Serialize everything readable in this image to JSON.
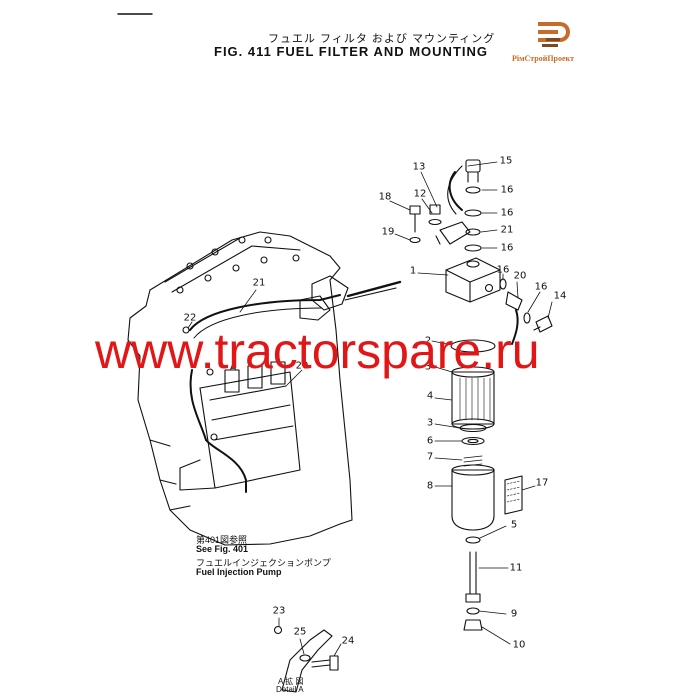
{
  "figure": {
    "title_jp": "フュエル フィルタ および マウンティング",
    "title_en": "FIG. 411  FUEL FILTER AND MOUNTING"
  },
  "brand": {
    "name": "РімСтройПроект",
    "icon": "brand-logo-icon",
    "accent": "#c86a2a"
  },
  "watermark": {
    "text": "www.tractorspare.ru",
    "color": "#e21616"
  },
  "notes": {
    "see_fig_jp": "第401図参照",
    "see_fig_en": "See Fig. 401",
    "pump_jp": "フュエルインジェクションポンプ",
    "pump_en": "Fuel Injection Pump"
  },
  "detail": {
    "letters": "A  拡  図",
    "label1": "Detail",
    "label2": "A"
  },
  "callouts": [
    {
      "id": "c15",
      "label": "15"
    },
    {
      "id": "c13",
      "label": "13"
    },
    {
      "id": "c16a",
      "label": "16"
    },
    {
      "id": "c18",
      "label": "18"
    },
    {
      "id": "c12",
      "label": "12"
    },
    {
      "id": "c16b",
      "label": "16"
    },
    {
      "id": "c19",
      "label": "19"
    },
    {
      "id": "c21r",
      "label": "21"
    },
    {
      "id": "c16c",
      "label": "16"
    },
    {
      "id": "c1",
      "label": "1"
    },
    {
      "id": "c16d",
      "label": "16"
    },
    {
      "id": "c20r",
      "label": "20"
    },
    {
      "id": "c16e",
      "label": "16"
    },
    {
      "id": "c14",
      "label": "14"
    },
    {
      "id": "c21l",
      "label": "21"
    },
    {
      "id": "c22",
      "label": "22"
    },
    {
      "id": "cA",
      "label": "A"
    },
    {
      "id": "c20l",
      "label": "20"
    },
    {
      "id": "c2",
      "label": "2"
    },
    {
      "id": "c3a",
      "label": "3"
    },
    {
      "id": "c4",
      "label": "4"
    },
    {
      "id": "c3b",
      "label": "3"
    },
    {
      "id": "c6",
      "label": "6"
    },
    {
      "id": "c7",
      "label": "7"
    },
    {
      "id": "c8",
      "label": "8"
    },
    {
      "id": "c17",
      "label": "17"
    },
    {
      "id": "c5",
      "label": "5"
    },
    {
      "id": "c11",
      "label": "11"
    },
    {
      "id": "c9",
      "label": "9"
    },
    {
      "id": "c10",
      "label": "10"
    },
    {
      "id": "c23",
      "label": "23"
    },
    {
      "id": "c25",
      "label": "25"
    },
    {
      "id": "c24",
      "label": "24"
    }
  ]
}
